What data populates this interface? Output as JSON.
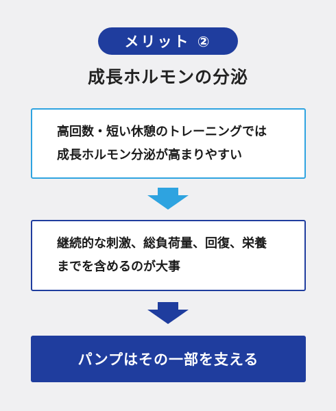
{
  "badge": {
    "label": "メリット ②"
  },
  "title": "成長ホルモンの分泌",
  "step1": {
    "line1": "高回数・短い休憩のトレーニングでは",
    "line2": "成長ホルモン分泌が高まりやすい"
  },
  "step2": {
    "line1": "継続的な刺激、総負荷量、回復、栄養",
    "line2": "までを含めるのが大事"
  },
  "result": {
    "label": "パンプはその一部を支える"
  },
  "colors": {
    "background": "#f0f0f2",
    "navy": "#1f3d9e",
    "light_blue": "#2ea3e0",
    "arrow1": "#2ea3e0",
    "arrow2": "#1f3d9e"
  },
  "icons": {
    "arrow1": "down-arrow-icon",
    "arrow2": "down-arrow-icon"
  }
}
